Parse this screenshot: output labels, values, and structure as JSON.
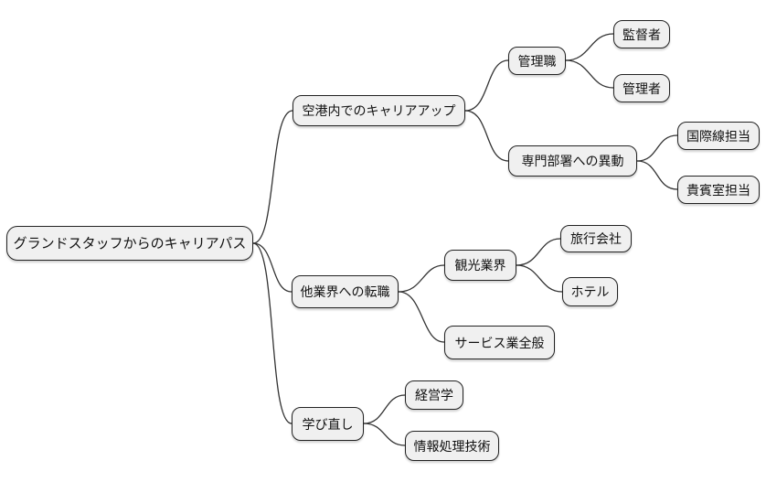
{
  "mindmap": {
    "type": "mindmap",
    "colors": {
      "node_fill": "#f0f0f0",
      "node_border": "#222222",
      "edge": "#333333",
      "text": "#111111",
      "background": "#ffffff"
    },
    "root": {
      "label": "グランドスタッフからのキャリアパス",
      "children": [
        {
          "label": "空港内でのキャリアアップ",
          "children": [
            {
              "label": "管理職",
              "children": [
                {
                  "label": "監督者",
                  "children": []
                },
                {
                  "label": "管理者",
                  "children": []
                }
              ]
            },
            {
              "label": "専門部署への異動",
              "children": [
                {
                  "label": "国際線担当",
                  "children": []
                },
                {
                  "label": "貴賓室担当",
                  "children": []
                }
              ]
            }
          ]
        },
        {
          "label": "他業界への転職",
          "children": [
            {
              "label": "観光業界",
              "children": [
                {
                  "label": "旅行会社",
                  "children": []
                },
                {
                  "label": "ホテル",
                  "children": []
                }
              ]
            },
            {
              "label": "サービス業全般",
              "children": []
            }
          ]
        },
        {
          "label": "学び直し",
          "children": [
            {
              "label": "経営学",
              "children": []
            },
            {
              "label": "情報処理技術",
              "children": []
            }
          ]
        }
      ]
    }
  }
}
